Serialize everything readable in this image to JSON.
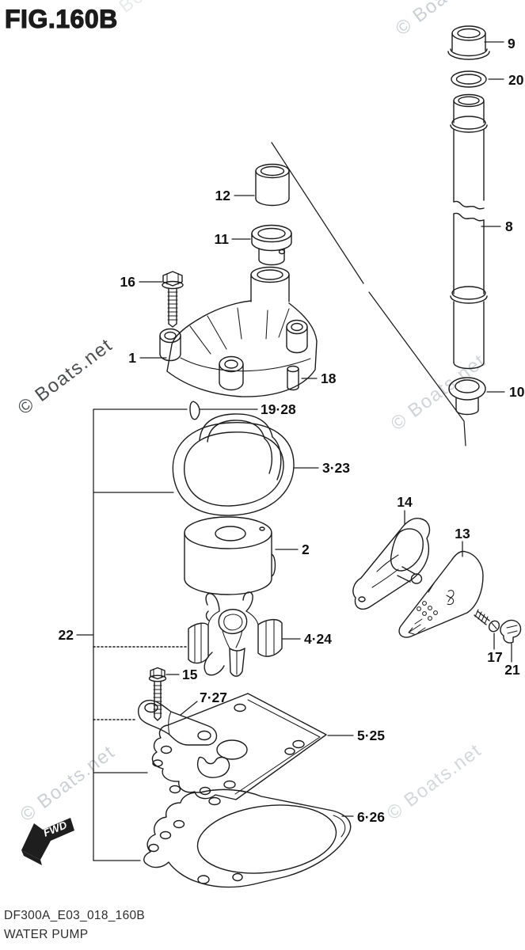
{
  "figure": {
    "title": "FIG.160B",
    "diagram_code": "DF300A_E03_018_160B",
    "diagram_name": "WATER PUMP"
  },
  "watermark_text": "© Boats.net",
  "fwd_arrow_label": "FWD",
  "colors": {
    "line": "#1c1c1c",
    "label": "#101010",
    "watermark_dark": "#3d3f42",
    "watermark_light": "#c7cbd0"
  },
  "callouts": [
    {
      "id": "9",
      "label": "9"
    },
    {
      "id": "20",
      "label": "20"
    },
    {
      "id": "8",
      "label": "8"
    },
    {
      "id": "10",
      "label": "10"
    },
    {
      "id": "12",
      "label": "12"
    },
    {
      "id": "11",
      "label": "11"
    },
    {
      "id": "16",
      "label": "16"
    },
    {
      "id": "1",
      "label": "1"
    },
    {
      "id": "18",
      "label": "18"
    },
    {
      "id": "19-28",
      "label": "19·28"
    },
    {
      "id": "3-23",
      "label": "3·23"
    },
    {
      "id": "2",
      "label": "2"
    },
    {
      "id": "14",
      "label": "14"
    },
    {
      "id": "13",
      "label": "13"
    },
    {
      "id": "4-24",
      "label": "4·24"
    },
    {
      "id": "22",
      "label": "22"
    },
    {
      "id": "15",
      "label": "15"
    },
    {
      "id": "17",
      "label": "17"
    },
    {
      "id": "21",
      "label": "21"
    },
    {
      "id": "7-27",
      "label": "7·27"
    },
    {
      "id": "5-25",
      "label": "5·25"
    },
    {
      "id": "6-26",
      "label": "6·26"
    }
  ]
}
